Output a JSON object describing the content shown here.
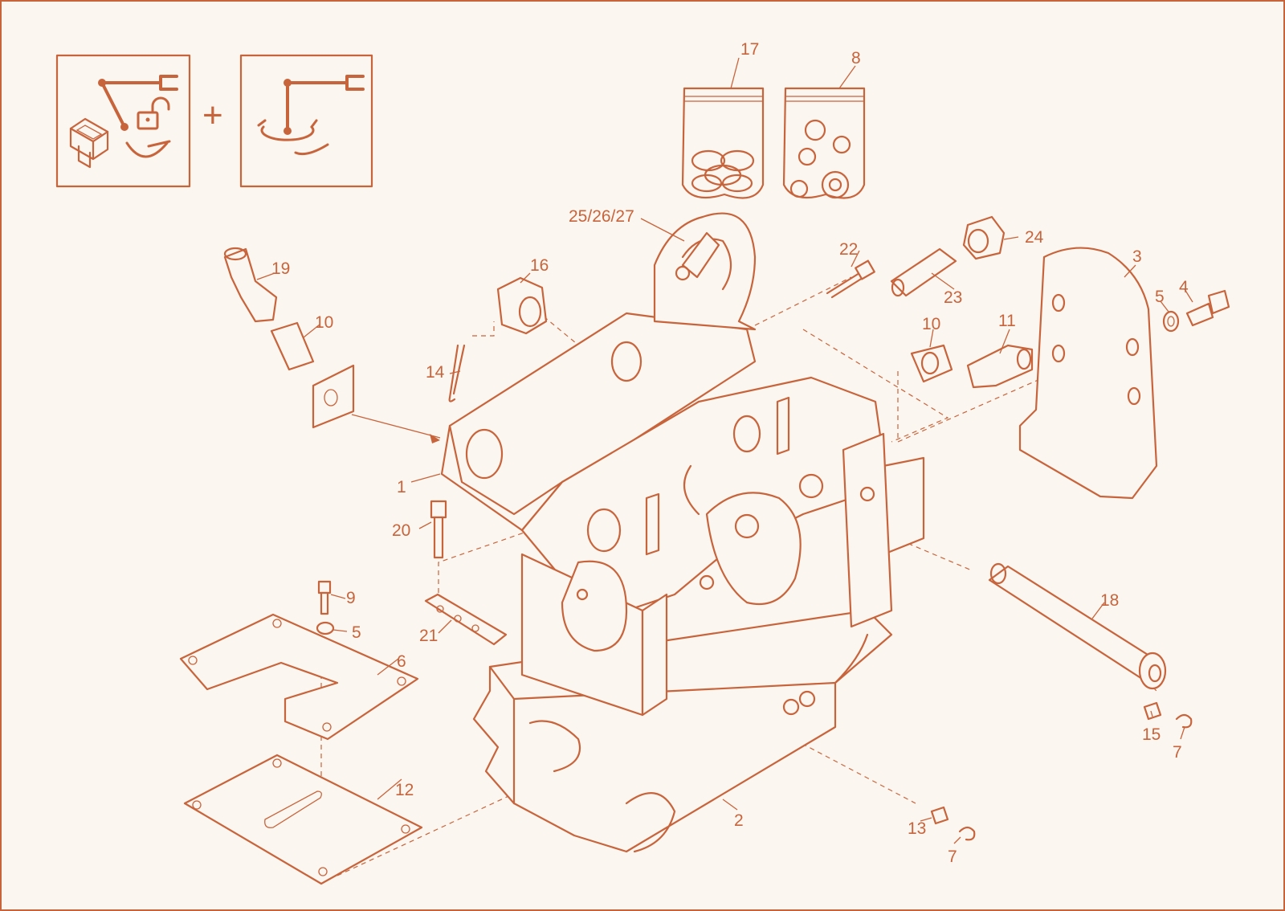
{
  "colors": {
    "line": "#c8643c",
    "background": "#fbf6ef"
  },
  "icons": {
    "left_box": [
      "lever-unlock-icon",
      "rocker-switch-icon",
      "bucket-icon"
    ],
    "plus": "+",
    "right_box": [
      "lever-rotate-icon"
    ]
  },
  "callouts": [
    {
      "id": "c1",
      "text": "1"
    },
    {
      "id": "c2",
      "text": "2"
    },
    {
      "id": "c3",
      "text": "3"
    },
    {
      "id": "c4",
      "text": "4"
    },
    {
      "id": "c5a",
      "text": "5"
    },
    {
      "id": "c5b",
      "text": "5"
    },
    {
      "id": "c6",
      "text": "6"
    },
    {
      "id": "c7a",
      "text": "7"
    },
    {
      "id": "c7b",
      "text": "7"
    },
    {
      "id": "c8",
      "text": "8"
    },
    {
      "id": "c9",
      "text": "9"
    },
    {
      "id": "c10a",
      "text": "10"
    },
    {
      "id": "c10b",
      "text": "10"
    },
    {
      "id": "c11",
      "text": "11"
    },
    {
      "id": "c12",
      "text": "12"
    },
    {
      "id": "c13",
      "text": "13"
    },
    {
      "id": "c14",
      "text": "14"
    },
    {
      "id": "c15",
      "text": "15"
    },
    {
      "id": "c16",
      "text": "16"
    },
    {
      "id": "c17",
      "text": "17"
    },
    {
      "id": "c18",
      "text": "18"
    },
    {
      "id": "c19",
      "text": "19"
    },
    {
      "id": "c20",
      "text": "20"
    },
    {
      "id": "c21",
      "text": "21"
    },
    {
      "id": "c22",
      "text": "22"
    },
    {
      "id": "c23",
      "text": "23"
    },
    {
      "id": "c24",
      "text": "24"
    },
    {
      "id": "c25",
      "text": "25/26/27"
    }
  ]
}
